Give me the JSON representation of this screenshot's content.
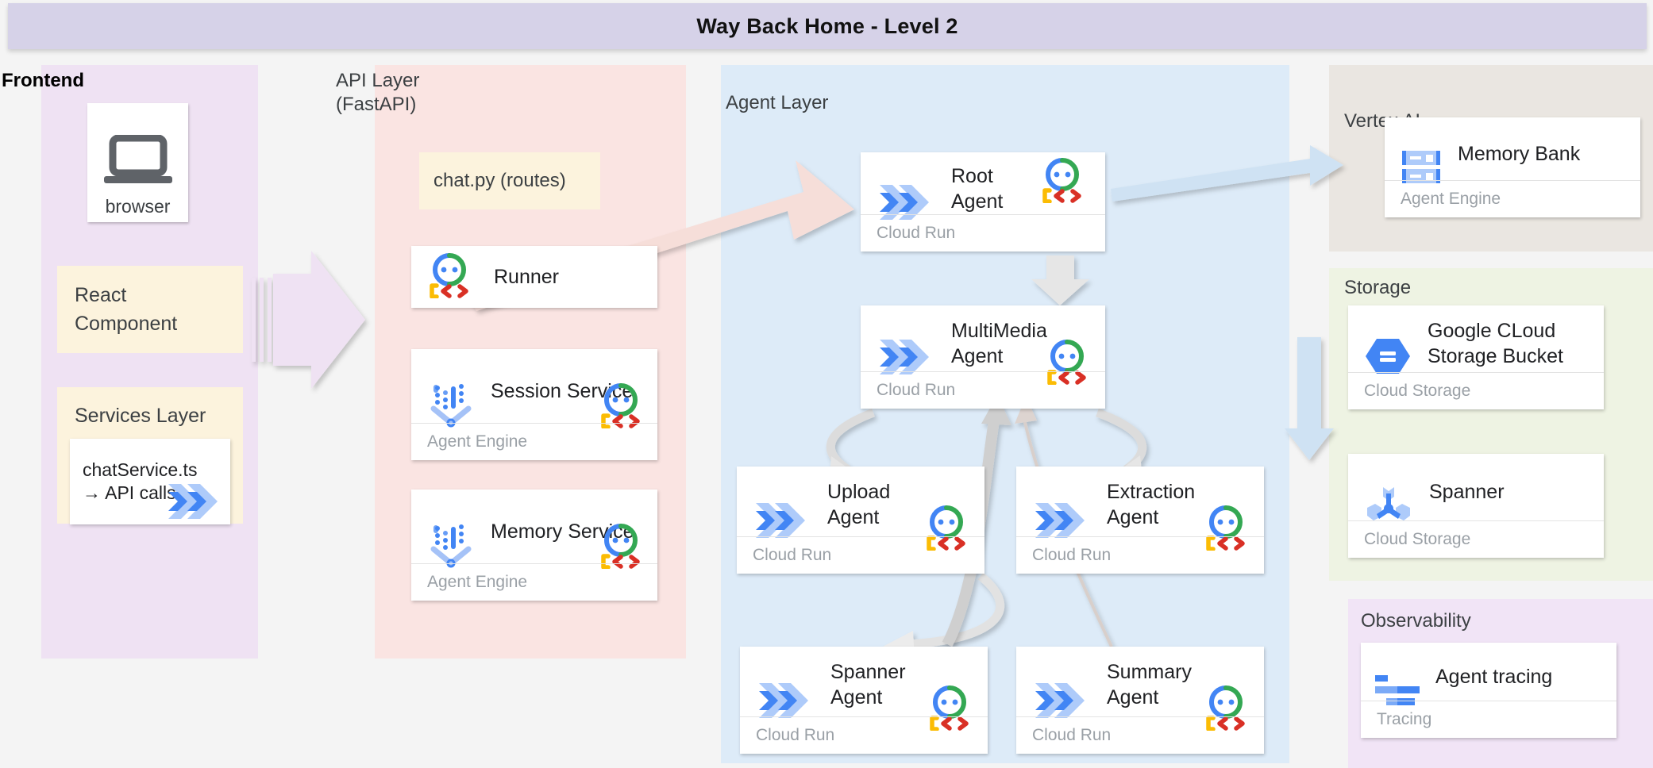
{
  "title": "Way Back Home - Level 2",
  "groups": {
    "frontend": {
      "label": "Frontend",
      "color": "#efe2f3"
    },
    "api": {
      "label": "API Layer\n(FastAPI)",
      "color": "#fae4e2"
    },
    "agent": {
      "label": "Agent Layer",
      "color": "#ddebf8"
    },
    "vertex": {
      "label": "Vertex AI",
      "color": "#eae6e1"
    },
    "storage": {
      "label": "Storage",
      "color": "#eef3e3"
    },
    "observability": {
      "label": "Observability",
      "color": "#f1e4f6"
    }
  },
  "frontend": {
    "browser": {
      "label": "browser",
      "icon": "laptop-icon"
    },
    "react_component": {
      "label": "React\nComponent"
    },
    "services_layer": {
      "label": "Services Layer"
    },
    "chat_service": {
      "label": "chatService.ts\n→ API calls",
      "icon": "cloud-run-icon"
    }
  },
  "api_layer": {
    "chat_py": {
      "label": "chat.py (routes)"
    },
    "cards": [
      {
        "name": "runner",
        "title": "Runner",
        "icon": "adk-icon",
        "footer": ""
      },
      {
        "name": "session-service",
        "title": "Session Service",
        "icon": "agent-engine-icon",
        "footer": "Agent Engine",
        "badge": "adk-icon"
      },
      {
        "name": "memory-service",
        "title": "Memory Service",
        "icon": "agent-engine-icon",
        "footer": "Agent Engine",
        "badge": "adk-icon"
      }
    ]
  },
  "agent_layer": {
    "cards": [
      {
        "name": "root-agent",
        "title": "Root\nAgent",
        "icon": "cloud-run-icon",
        "footer": "Cloud Run",
        "badge": "adk-icon"
      },
      {
        "name": "multimedia-agent",
        "title": "MultiMedia\nAgent",
        "icon": "cloud-run-icon",
        "footer": "Cloud Run",
        "badge": "adk-icon"
      },
      {
        "name": "upload-agent",
        "title": "Upload\nAgent",
        "icon": "cloud-run-icon",
        "footer": "Cloud Run",
        "badge": "adk-icon"
      },
      {
        "name": "extraction-agent",
        "title": "Extraction\nAgent",
        "icon": "cloud-run-icon",
        "footer": "Cloud Run",
        "badge": "adk-icon"
      },
      {
        "name": "spanner-agent",
        "title": "Spanner\nAgent",
        "icon": "cloud-run-icon",
        "footer": "Cloud Run",
        "badge": "adk-icon"
      },
      {
        "name": "summary-agent",
        "title": "Summary\nAgent",
        "icon": "cloud-run-icon",
        "footer": "Cloud Run",
        "badge": "adk-icon"
      }
    ]
  },
  "vertex_ai": {
    "cards": [
      {
        "name": "memory-bank",
        "title": "Memory Bank",
        "icon": "memory-bank-icon",
        "footer": "Agent Engine"
      }
    ]
  },
  "storage": {
    "cards": [
      {
        "name": "gcs-bucket",
        "title": "Google CLoud\nStorage Bucket",
        "icon": "cloud-storage-icon",
        "footer": "Cloud Storage"
      },
      {
        "name": "spanner",
        "title": "Spanner",
        "icon": "spanner-icon",
        "footer": "Cloud Storage"
      }
    ]
  },
  "observability": {
    "cards": [
      {
        "name": "agent-tracing",
        "title": "Agent tracing",
        "icon": "tracing-icon",
        "footer": "Tracing"
      }
    ]
  },
  "palette": {
    "google_blue": "#4285f4",
    "google_green": "#34a853",
    "google_yellow": "#fbbc04",
    "google_red": "#d93025",
    "arrow_pink": "#f6ded9",
    "arrow_lilac": "#efe2f3",
    "arrow_grey": "#e0e0e0",
    "arrow_blue": "#cfe2f3"
  }
}
